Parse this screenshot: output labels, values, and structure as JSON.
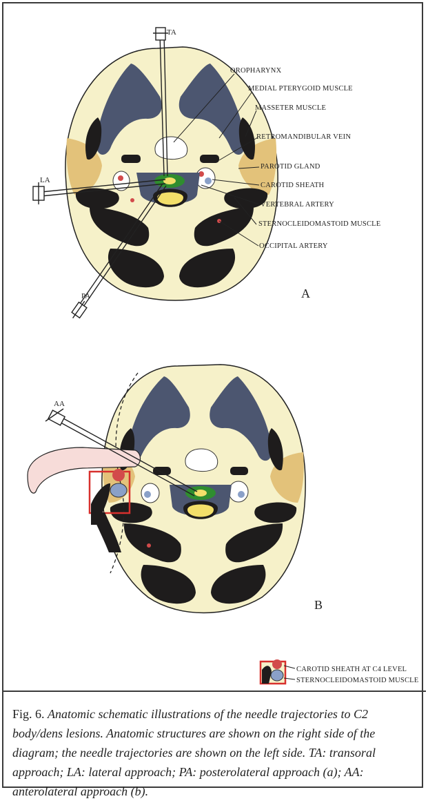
{
  "panels": {
    "a": {
      "letter": "A",
      "needles": {
        "ta": "TA",
        "la": "LA",
        "pa": "PA"
      },
      "labels": [
        "OROPHARYNX",
        "MEDIAL PTERYGOID MUSCLE",
        "MASSETER MUSCLE",
        "RETROMANDIBULAR VEIN",
        "PAROTID GLAND",
        "CAROTID SHEATH",
        "VERTEBRAL ARTERY",
        "STERNOCLEIDOMASTOID MUSCLE",
        "OCCIPITAL ARTERY"
      ]
    },
    "b": {
      "letter": "B",
      "needles": {
        "aa": "AA"
      },
      "legend": [
        "CAROTID SHEATH AT C4 LEVEL",
        "STERNOCLEIDOMASTOID MUSCLE"
      ]
    }
  },
  "caption": {
    "lead": "Fig. 6.",
    "text": "Anatomic schematic illustrations of the needle trajectories to C2 body/dens lesions. Anatomic structures are shown on the right side of the diagram; the needle trajectories are shown on the left side. TA: transoral approach; LA: lateral approach; PA: posterolateral approach (a); AA: anterolateral approach (b)."
  },
  "colors": {
    "neck": "#f6f1c9",
    "muscle": "#1e1c1c",
    "pterygoid": "#4c5670",
    "parotid": "#e3c27a",
    "vertebral_body": "#f3df6a",
    "lesion": "#2f8d2f",
    "highlight_box": "#d8302d",
    "artery": "#d24b4b",
    "vein": "#8aa0c8"
  }
}
